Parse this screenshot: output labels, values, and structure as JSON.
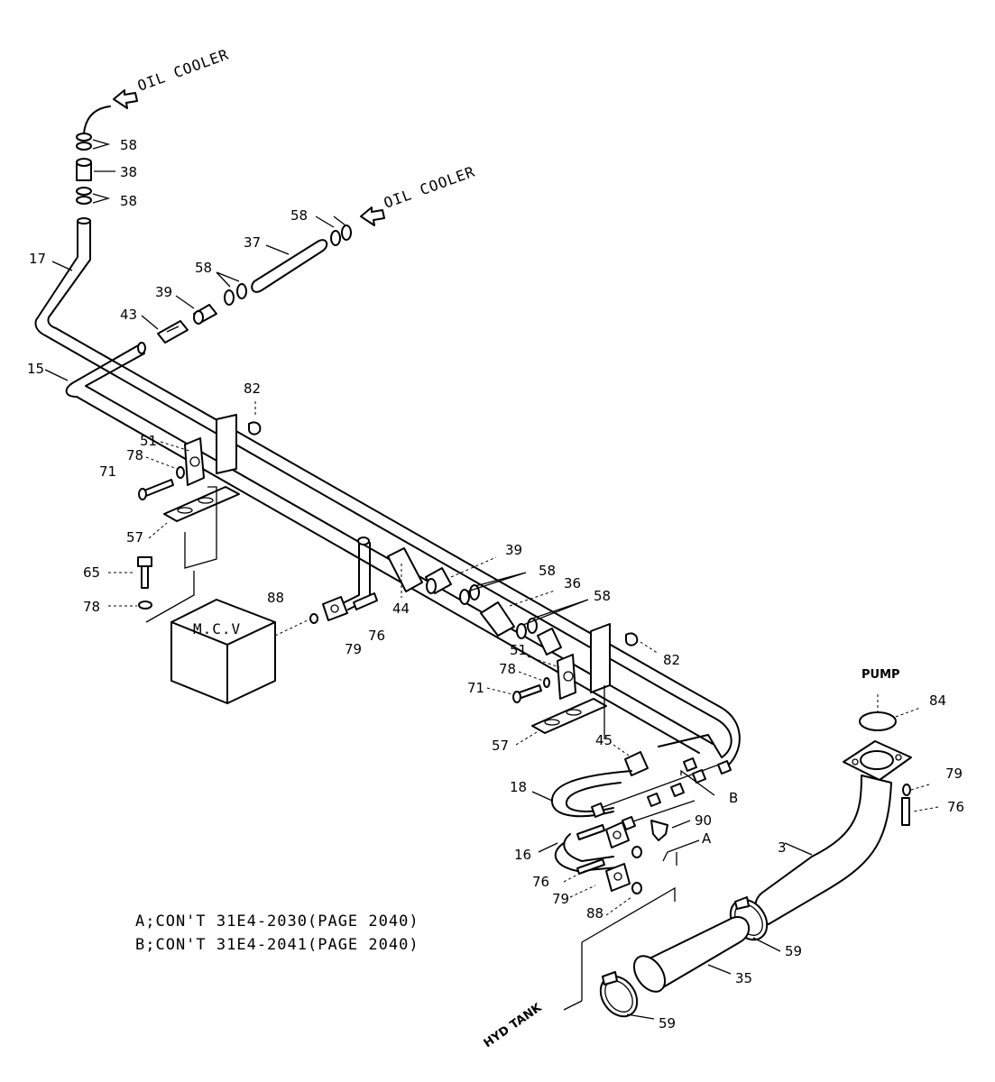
{
  "destinations": {
    "oil_cooler_top": "OIL COOLER",
    "oil_cooler_mid": "OIL COOLER",
    "mcv": "M.C.V",
    "pump": "PUMP",
    "hyd_tank": "HYD TANK"
  },
  "section_marks": {
    "a": "A",
    "b": "B"
  },
  "notes": [
    "A;CON'T 31E4-2030(PAGE 2040)",
    "B;CON'T 31E4-2041(PAGE 2040)"
  ],
  "callouts": {
    "c58a": "58",
    "c38": "38",
    "c58b": "58",
    "c17": "17",
    "c58c": "58",
    "c37": "37",
    "c58d": "58",
    "c39a": "39",
    "c43": "43",
    "c15": "15",
    "c82a": "82",
    "c51a": "51",
    "c78a": "78",
    "c71a": "71",
    "c57a": "57",
    "c65": "65",
    "c78b": "78",
    "c88a": "88",
    "c79a": "79",
    "c76a": "76",
    "c44": "44",
    "c39b": "39",
    "c58e": "58",
    "c36": "36",
    "c58f": "58",
    "c82b": "82",
    "c51b": "51",
    "c78c": "78",
    "c71b": "71",
    "c57b": "57",
    "c45": "45",
    "c84": "84",
    "c79b": "79",
    "c76b": "76",
    "c18": "18",
    "c90": "90",
    "c16": "16",
    "c76c": "76",
    "c79c": "79",
    "c88b": "88",
    "c3": "3",
    "c59a": "59",
    "c35": "35",
    "c59b": "59"
  }
}
